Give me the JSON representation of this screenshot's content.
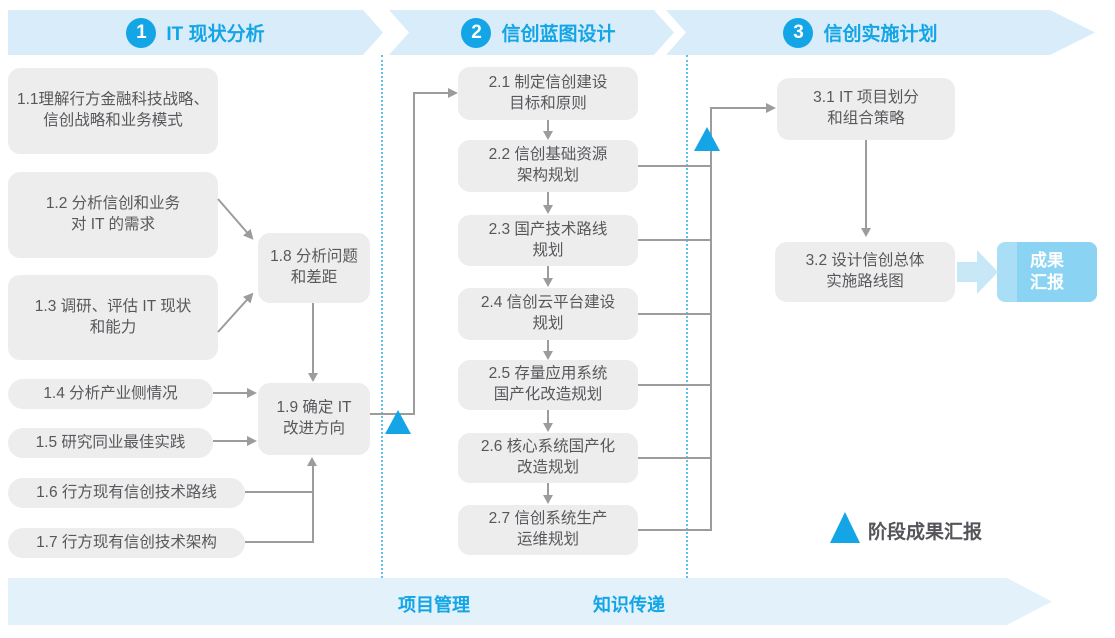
{
  "phases": [
    {
      "number": "1",
      "title": "IT 现状分析"
    },
    {
      "number": "2",
      "title": "信创蓝图设计"
    },
    {
      "number": "3",
      "title": "信创实施计划"
    }
  ],
  "boxes": {
    "b11": "1.1理解行方金融科技战略、\n信创战略和业务模式",
    "b12": "1.2 分析信创和业务\n对 IT 的需求",
    "b13": "1.3 调研、评估 IT 现状\n和能力",
    "b14": "1.4 分析产业侧情况",
    "b15": "1.5 研究同业最佳实践",
    "b16": "1.6 行方现有信创技术路线",
    "b17": "1.7 行方现有信创技术架构",
    "b18": "1.8 分析问题\n和差距",
    "b19": "1.9 确定 IT\n改进方向",
    "b21": "2.1 制定信创建设\n目标和原则",
    "b22": "2.2 信创基础资源\n架构规划",
    "b23": "2.3 国产技术路线\n规划",
    "b24": "2.4 信创云平台建设\n规划",
    "b25": "2.5 存量应用系统\n国产化改造规划",
    "b26": "2.6 核心系统国产化\n改造规划",
    "b27": "2.7 信创系统生产\n运维规划",
    "b31": "3.1 IT 项目划分\n和组合策略",
    "b32": "3.2 设计信创总体\n实施路线图"
  },
  "result_box": "成果\n汇报",
  "legend": "阶段成果汇报",
  "footer": {
    "left": "项目管理",
    "right": "知识传递"
  },
  "colors": {
    "accent": "#13a5e5",
    "band": "#d8ecf9",
    "band_bottom": "#e3f1fb",
    "box_bg": "#ededed",
    "box_text": "#57585b",
    "line": "#9c9c9c",
    "dotted": "#5ec1ec",
    "result_bg": "#8bd3f2"
  }
}
